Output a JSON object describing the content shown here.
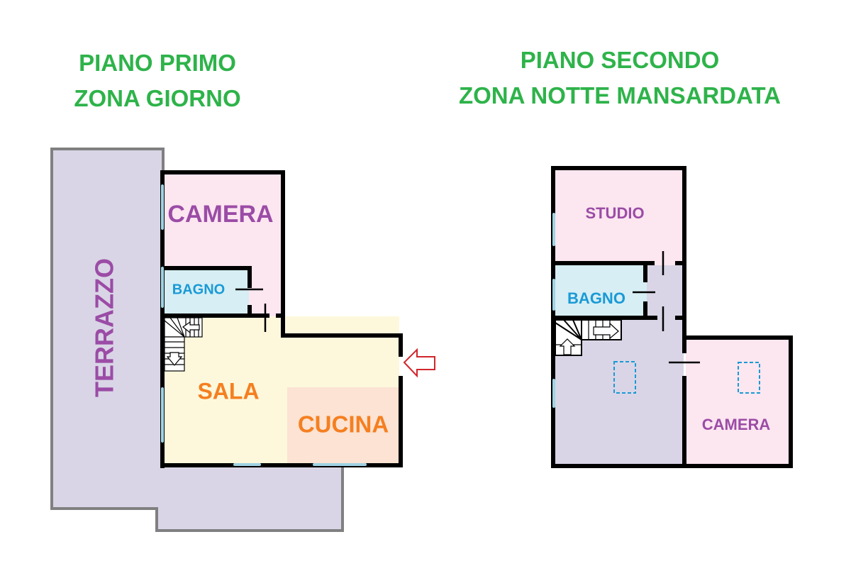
{
  "left_plan": {
    "title_line1": "PIANO PRIMO",
    "title_line2": "ZONA GIORNO",
    "rooms": {
      "camera": "CAMERA",
      "bagno": "BAGNO",
      "terrazzo": "TERRAZZO",
      "sala": "SALA",
      "cucina": "CUCINA"
    }
  },
  "right_plan": {
    "title_line1": "PIANO SECONDO",
    "title_line2": "ZONA NOTTE MANSARDATA",
    "rooms": {
      "studio": "STUDIO",
      "bagno": "BAGNO",
      "camera": "CAMERA"
    }
  },
  "colors": {
    "title": "#2eb34a",
    "camera": "#9b4ca6",
    "bagno": "#1a9ad6",
    "sala": "#f57f20",
    "entrance_arrow": "#d0262c"
  }
}
